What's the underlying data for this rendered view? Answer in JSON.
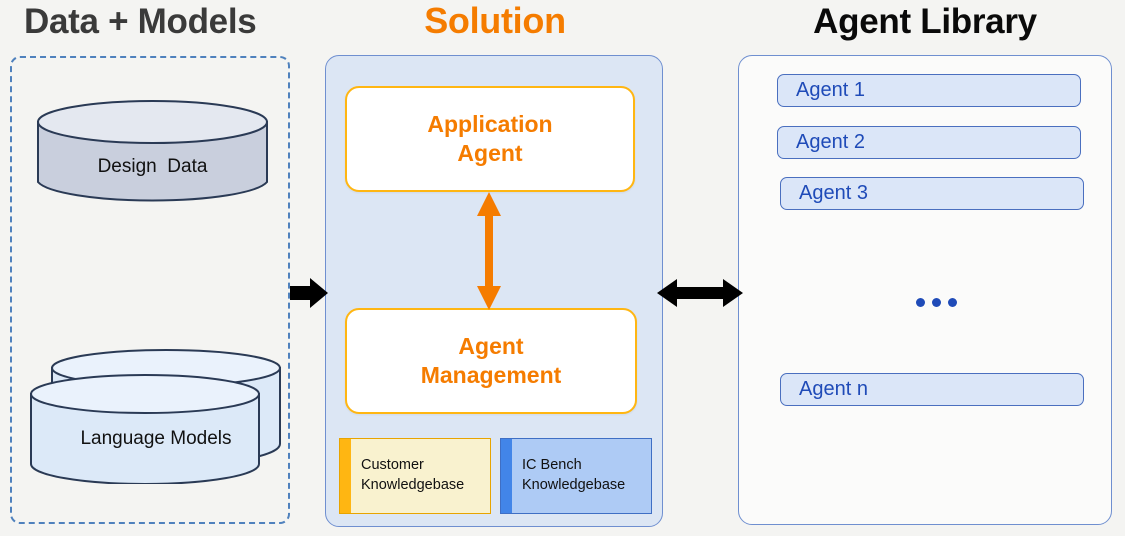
{
  "diagram": {
    "columns": [
      {
        "id": "data-models",
        "title": "Data + Models",
        "title_color": "#3a3a3a"
      },
      {
        "id": "solution",
        "title": "Solution",
        "title_color": "#f57c00"
      },
      {
        "id": "agent-library",
        "title": "Agent Library",
        "title_color": "#0a0a0a"
      }
    ]
  },
  "data_models": {
    "cylinders": [
      {
        "id": "design-data",
        "label": "Design  Data",
        "fill": "#c9cfdd",
        "stroke": "#2a3a55"
      },
      {
        "id": "language-models",
        "label": "Language Models",
        "fill": "#dce9f8",
        "stroke": "#2a3a55"
      }
    ]
  },
  "solution": {
    "boxes": [
      {
        "id": "application-agent",
        "line1": "Application",
        "line2": "Agent",
        "text_color": "#f57c00",
        "border_color": "#ffb612"
      },
      {
        "id": "agent-management",
        "line1": "Agent",
        "line2": "Management",
        "text_color": "#f57c00",
        "border_color": "#ffb612"
      }
    ],
    "knowledgebases": [
      {
        "id": "customer-knowledgebase",
        "label": "Customer\nKnowledgebase",
        "fill": "#f9f2cf",
        "accent": "#ffb612"
      },
      {
        "id": "ic-bench-knowledgebase",
        "label": "IC Bench\nKnowledgebase",
        "fill": "#aecbf5",
        "accent": "#4285e8"
      }
    ]
  },
  "agent_library": {
    "agents": [
      {
        "id": "agent-1",
        "label": "Agent 1"
      },
      {
        "id": "agent-2",
        "label": "Agent 2"
      },
      {
        "id": "agent-3",
        "label": "Agent 3"
      },
      {
        "id": "agent-n",
        "label": "Agent n"
      }
    ],
    "ellipsis_dots": 3,
    "pill_fill": "#dbe6f8",
    "pill_border": "#4a6fbf",
    "pill_text_color": "#1f4bb8"
  },
  "connectors": [
    {
      "id": "data-to-solution",
      "direction": "right",
      "color": "#000000"
    },
    {
      "id": "solution-to-library",
      "direction": "bidirectional-horizontal",
      "color": "#000000"
    },
    {
      "id": "application-agent-to-agent-management",
      "direction": "bidirectional-vertical",
      "color": "#f57c00"
    }
  ],
  "colors": {
    "background": "#f4f4f2",
    "panel_solution_fill": "#dce6f4",
    "panel_border_blue": "#6f8fd0",
    "panel_data_dash": "#4f81bd",
    "accent_orange": "#f57c00"
  }
}
